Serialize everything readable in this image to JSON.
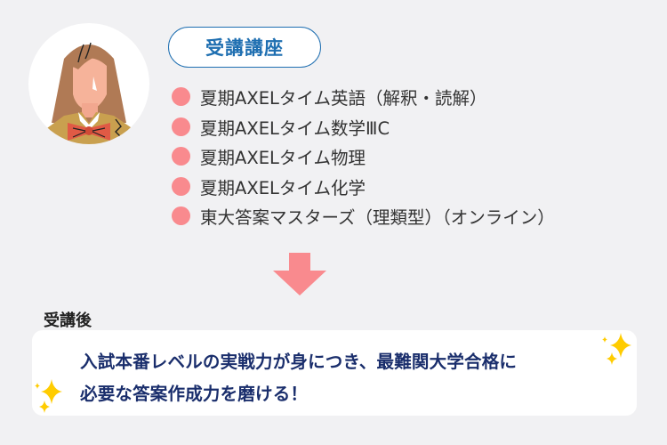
{
  "header": {
    "badge_label": "受講講座"
  },
  "courses": [
    {
      "label": "夏期AXELタイム英語（解釈・読解）"
    },
    {
      "label": "夏期AXELタイム数学ⅢC"
    },
    {
      "label": "夏期AXELタイム物理"
    },
    {
      "label": "夏期AXELタイム化学"
    },
    {
      "label": "東大答案マスターズ（理類型）（オンライン）"
    }
  ],
  "result": {
    "label": "受講後",
    "line1": "入試本番レベルの実戦力が身につき、最難関大学合格に",
    "line2": "必要な答案作成力を磨ける！"
  },
  "icons": {
    "avatar": "student-girl-avatar",
    "bullet": "pink-dot-icon",
    "arrow": "down-arrow-icon",
    "sparkle": "sparkle-icon"
  },
  "colors": {
    "background": "#f1f1f3",
    "accent_blue": "#1f6fb1",
    "bullet_pink": "#f98a8e",
    "arrow_pink": "#f98a8e",
    "result_text_navy": "#1a2e6c",
    "sparkle_yellow": "#ffcc00"
  }
}
